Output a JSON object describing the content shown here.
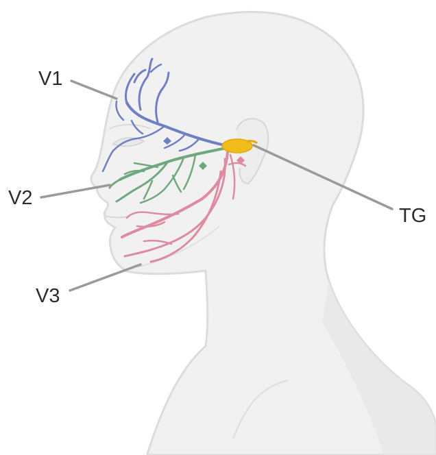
{
  "labels": {
    "v1": "V1",
    "v2": "V2",
    "v3": "V3",
    "tg": "TG"
  },
  "colors": {
    "v1_branch": "#6e7fc4",
    "v2_branch": "#6fa87f",
    "v3_branch": "#de8aa0",
    "ganglion": "#f2bc1a",
    "head_fill": "#f1f1f1",
    "head_outline": "#dcdcdc",
    "leader_line": "#9a9a9a"
  }
}
